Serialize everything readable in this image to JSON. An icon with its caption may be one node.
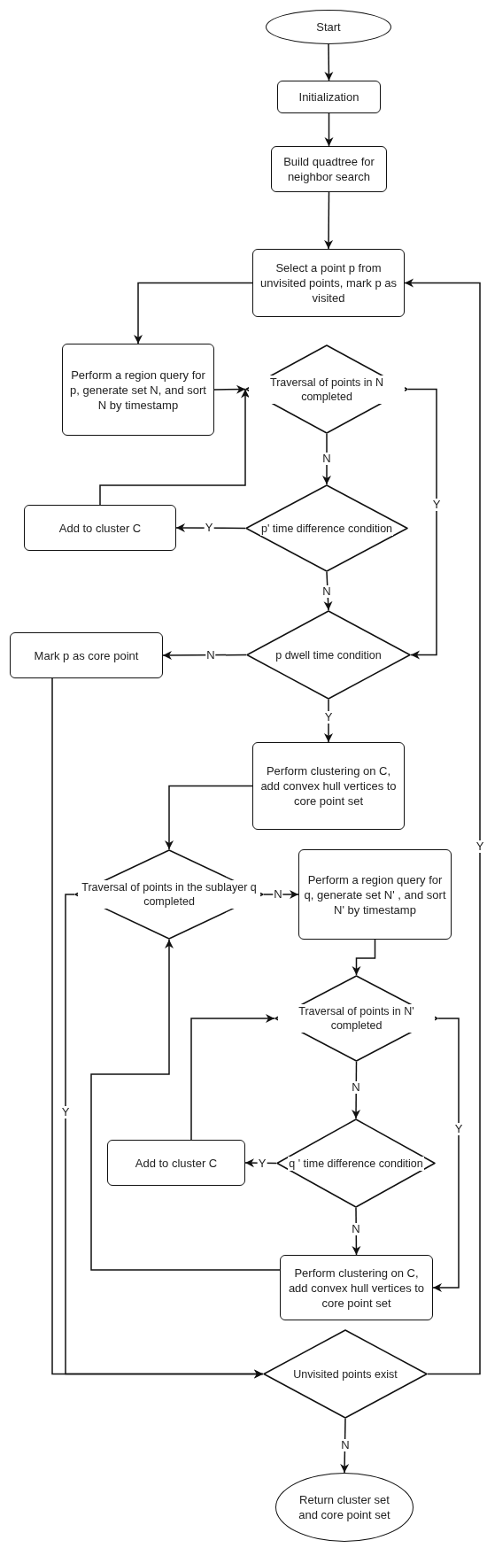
{
  "diagram": {
    "nodes": [
      {
        "text": [
          "Start"
        ]
      },
      {
        "text": [
          "Initialization"
        ]
      },
      {
        "text": [
          "Build quadtree for neighbor search"
        ]
      },
      {
        "text": [
          "Select a point p from unvisited points, mark p as visited"
        ]
      },
      {
        "text": [
          "Perform a region query for p, generate set N, and sort N by timestamp"
        ]
      },
      {
        "text": [
          "Traversal of points in N completed"
        ]
      },
      {
        "text": [
          "Add to cluster C"
        ]
      },
      {
        "text": [
          "p' time difference condition"
        ]
      },
      {
        "text": [
          "Mark p as core point"
        ]
      },
      {
        "text": [
          "p dwell time condition"
        ]
      },
      {
        "text": [
          "Perform clustering on C, add convex hull vertices to core point set"
        ]
      },
      {
        "text": [
          "Traversal of points in the sublayer q completed"
        ]
      },
      {
        "text": [
          "Perform a region query for q, generate set N' , and sort N' by timestamp"
        ]
      },
      {
        "text": [
          "Traversal of points in N' completed"
        ]
      },
      {
        "text": [
          "Add to cluster C"
        ]
      },
      {
        "text": [
          "q ' time difference condition"
        ]
      },
      {
        "text": [
          "Perform clustering on C, add convex hull vertices to core point set"
        ]
      },
      {
        "text": [
          "Unvisited points exist"
        ]
      },
      {
        "text": [
          "Return cluster set and core point set"
        ]
      }
    ],
    "edges": [
      {
        "from": 0,
        "to": 1,
        "arrow": "to"
      },
      {
        "from": 1,
        "to": 2,
        "arrow": "to"
      },
      {
        "from": 2,
        "to": 3,
        "arrow": "to"
      },
      {
        "from": 3,
        "to": 4,
        "arrow": "to"
      },
      {
        "from": 4,
        "to": 5,
        "arrow": "to"
      },
      {
        "from": 6,
        "to": 5,
        "arrow": "to"
      },
      {
        "from": 5,
        "to": 7,
        "arrow": "to",
        "label": "N"
      },
      {
        "from": 5,
        "to": 9,
        "arrow": "to",
        "label": "Y"
      },
      {
        "from": 7,
        "to": 6,
        "arrow": "to",
        "label": "Y"
      },
      {
        "from": 7,
        "to": 9,
        "arrow": "to",
        "label": "N"
      },
      {
        "from": 9,
        "to": 8,
        "arrow": "to",
        "label": "N"
      },
      {
        "from": 9,
        "to": 10,
        "arrow": "to",
        "label": "Y"
      },
      {
        "from": 8,
        "to": 17,
        "arrow": "to"
      },
      {
        "from": 10,
        "to": 11,
        "arrow": "to"
      },
      {
        "from": 11,
        "to": 12,
        "arrow": "to",
        "label": "N"
      },
      {
        "from": 11,
        "to": 17,
        "arrow": "to",
        "label": "Y"
      },
      {
        "from": 12,
        "to": 13,
        "arrow": "to"
      },
      {
        "from": 13,
        "to": 15,
        "arrow": "to",
        "label": "N"
      },
      {
        "from": 13,
        "to": 16,
        "arrow": "to",
        "label": "Y"
      },
      {
        "from": 15,
        "to": 14,
        "arrow": "to",
        "label": "Y"
      },
      {
        "from": 15,
        "to": 16,
        "arrow": "to",
        "label": "N"
      },
      {
        "from": 14,
        "to": 13,
        "arrow": "to"
      },
      {
        "from": 16,
        "to": 11,
        "arrow": "to"
      },
      {
        "from": 17,
        "to": 3,
        "arrow": "to",
        "label": "Y"
      },
      {
        "from": 17,
        "to": 18,
        "arrow": "to",
        "label": "N"
      }
    ]
  }
}
